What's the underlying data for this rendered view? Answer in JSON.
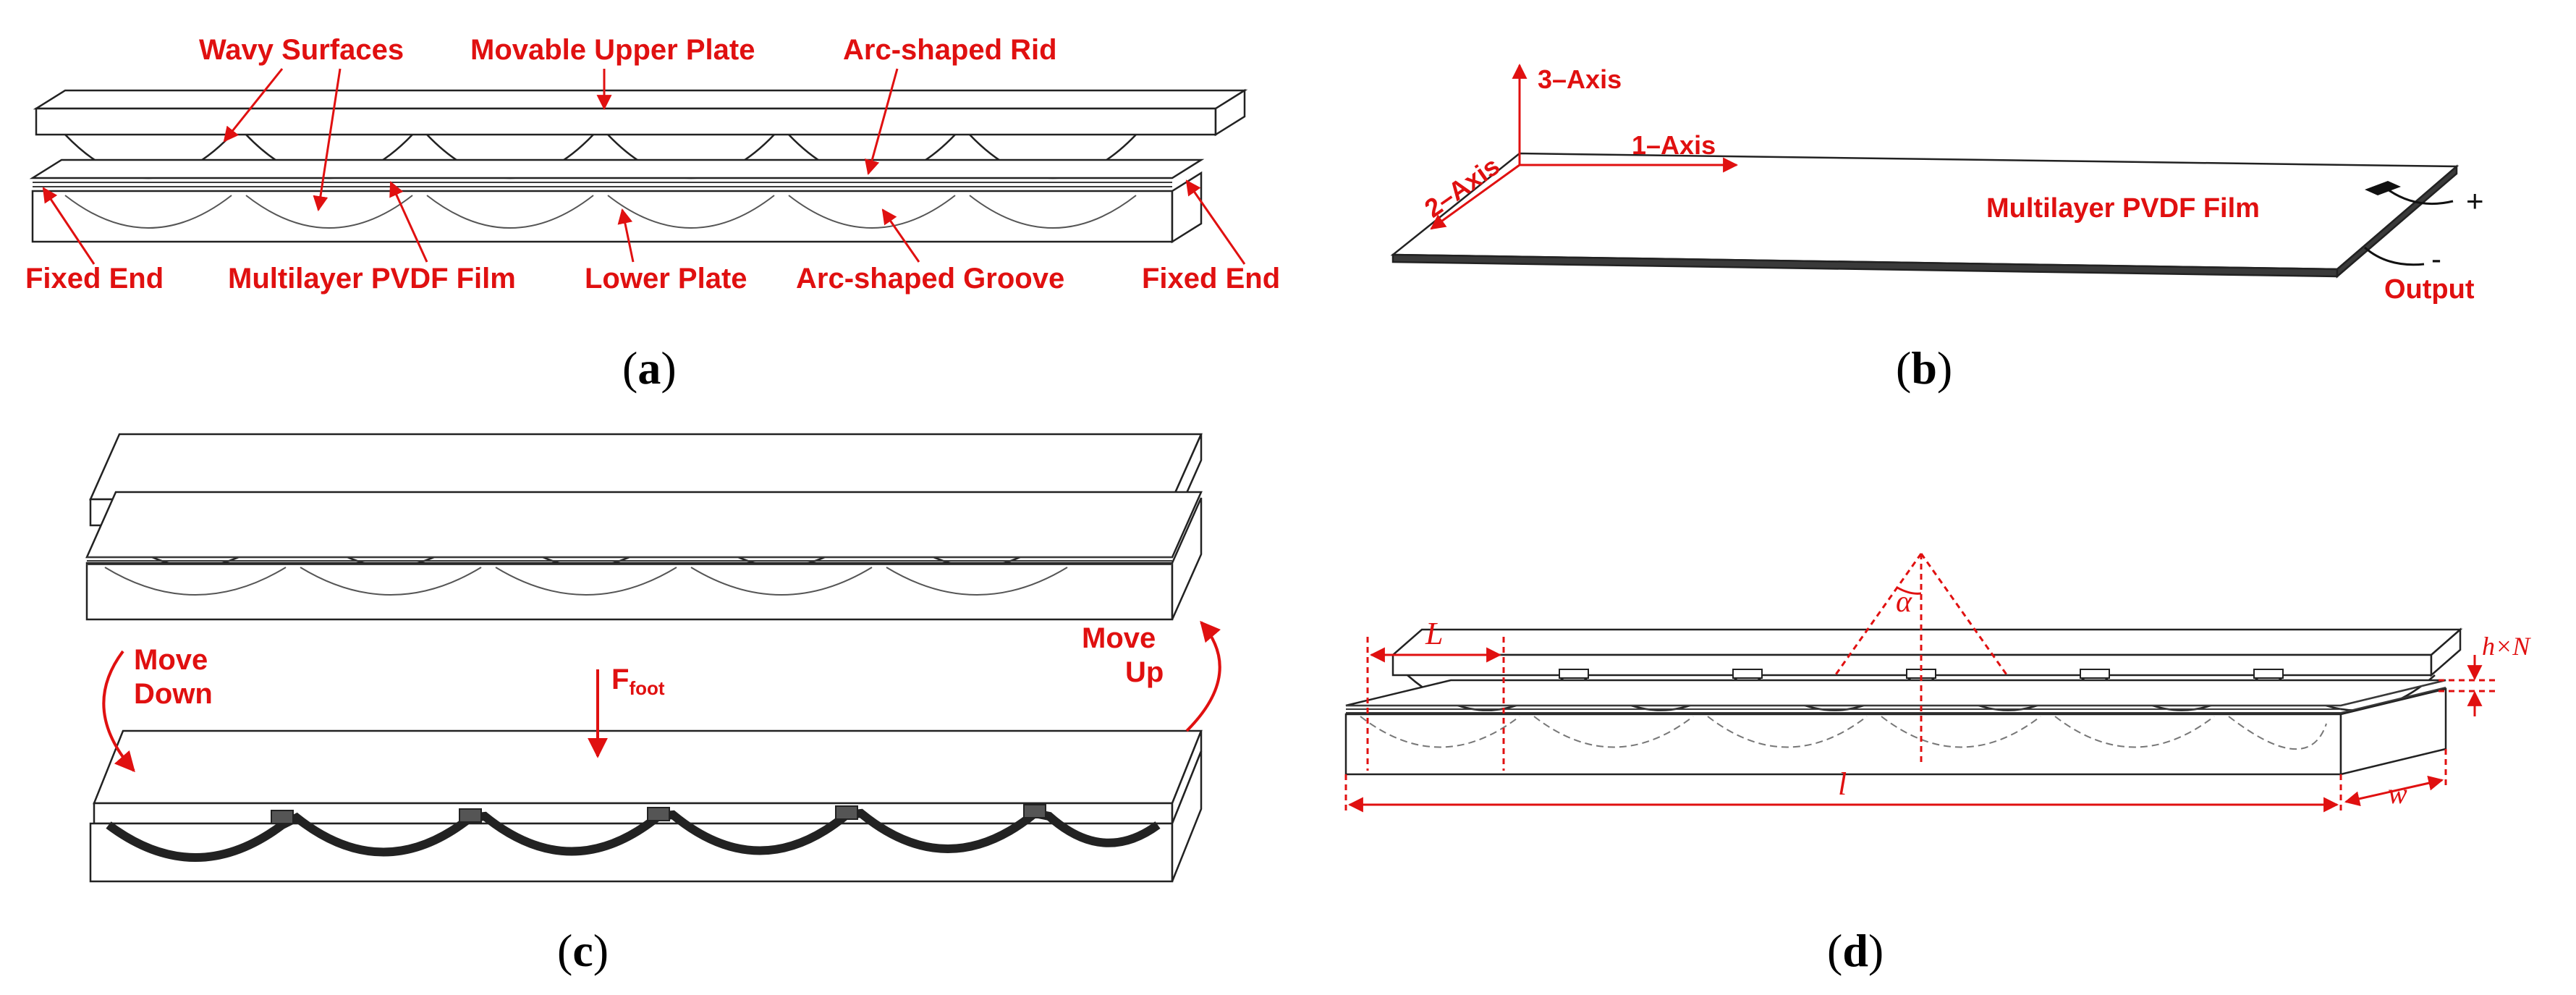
{
  "colors": {
    "annotation": "#e01010",
    "line": "#222222",
    "plate": "#ffffff",
    "film": "#3a3a3a"
  },
  "panel_a": {
    "labels": {
      "wavy": "Wavy Surfaces",
      "movable": "Movable Upper Plate",
      "rid": "Arc-shaped Rid",
      "fixed_left": "Fixed End",
      "film": "Multilayer PVDF Film",
      "lower": "Lower Plate",
      "groove": "Arc-shaped Groove",
      "fixed_right": "Fixed End"
    },
    "caption": "a"
  },
  "panel_b": {
    "axis3": "3–Axis",
    "axis1": "1–Axis",
    "axis2": "2–Axis",
    "film": "Multilayer PVDF Film",
    "plus": "+",
    "minus": "-",
    "output": "Output",
    "caption": "b"
  },
  "panel_c": {
    "move_down_1": "Move",
    "move_down_2": "Down",
    "move_up_1": "Move",
    "move_up_2": "Up",
    "force": "F",
    "force_sub": "foot",
    "caption": "c"
  },
  "panel_d": {
    "L": "L",
    "alpha": "α",
    "hN": "h×N",
    "l": "l",
    "w": "w",
    "caption": "d"
  }
}
